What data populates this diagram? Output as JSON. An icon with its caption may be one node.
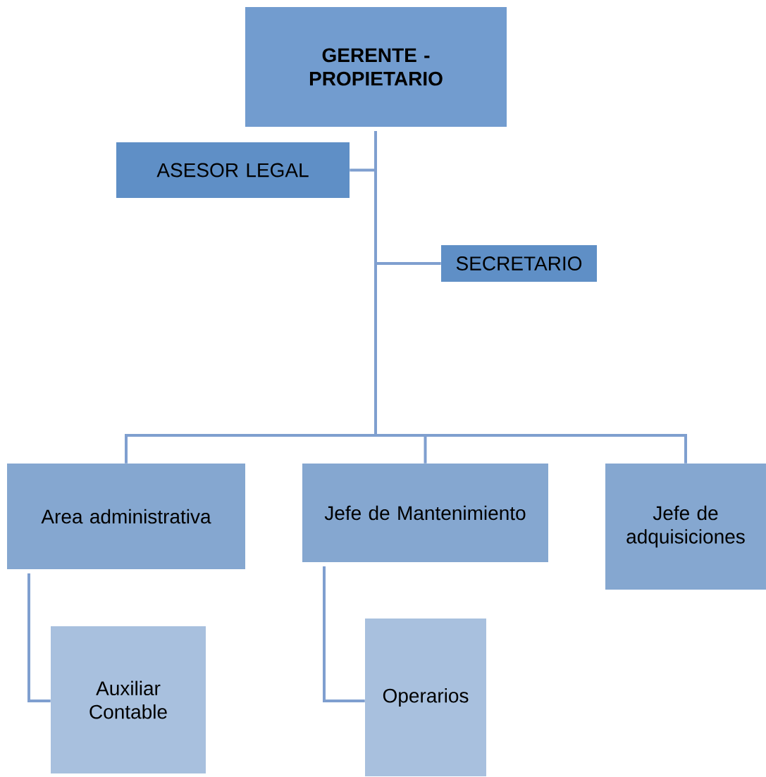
{
  "diagram": {
    "nodes": [
      {
        "text": [
          "GERENTE - PROPIETARIO"
        ]
      },
      {
        "text": [
          "ASESOR LEGAL"
        ]
      },
      {
        "text": [
          "SECRETARIO"
        ]
      },
      {
        "text": [
          "Area administrativa"
        ]
      },
      {
        "text": [
          "Jefe de Mantenimiento"
        ]
      },
      {
        "text": [
          "Jefe de adquisiciones"
        ]
      },
      {
        "text": [
          "Auxiliar Contable"
        ]
      },
      {
        "text": [
          "Operarios"
        ]
      }
    ],
    "edges": [
      {
        "from": 0,
        "to": 1,
        "arrow": "none"
      },
      {
        "from": 0,
        "to": 2,
        "arrow": "none"
      },
      {
        "from": 0,
        "to": 3,
        "arrow": "none"
      },
      {
        "from": 0,
        "to": 4,
        "arrow": "none"
      },
      {
        "from": 0,
        "to": 5,
        "arrow": "none"
      },
      {
        "from": 3,
        "to": 6,
        "arrow": "none"
      },
      {
        "from": 4,
        "to": 7,
        "arrow": "none"
      }
    ]
  }
}
